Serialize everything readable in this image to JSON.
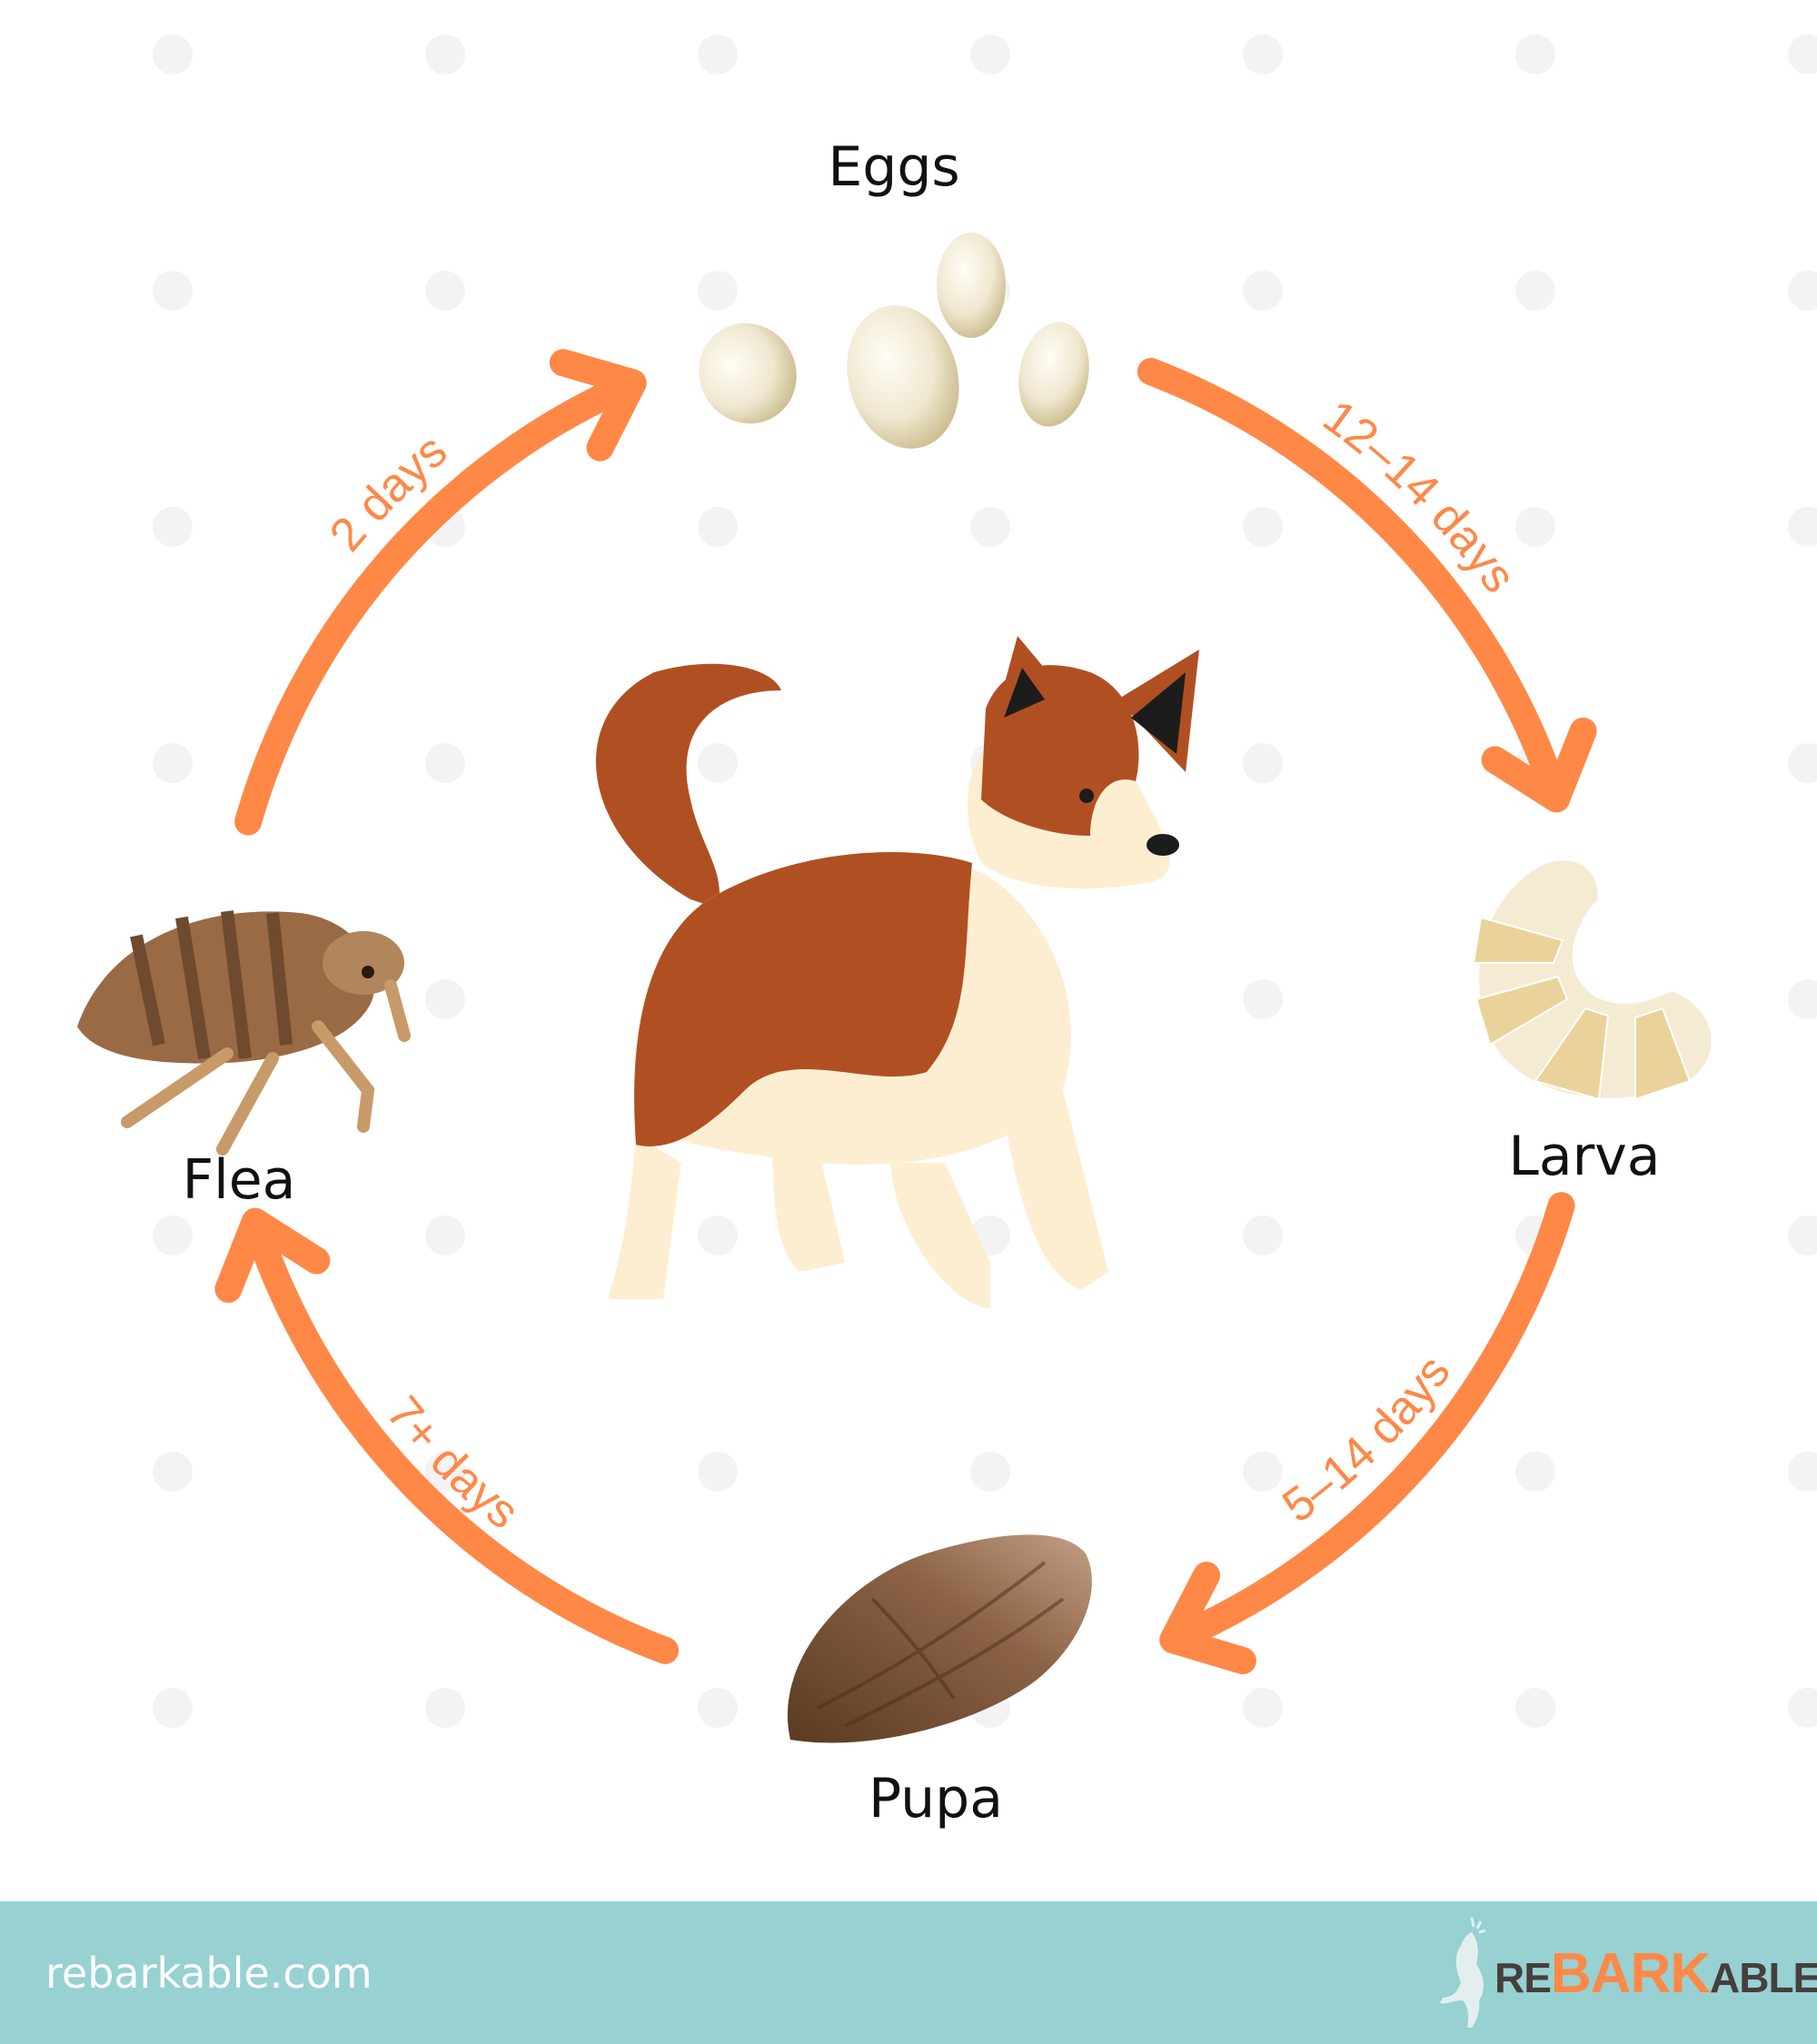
{
  "stages": {
    "eggs": "Eggs",
    "larva": "Larva",
    "pupa": "Pupa",
    "flea": "Flea"
  },
  "durations": {
    "flea_to_eggs": "2 days",
    "eggs_to_larva": "12–14 days",
    "larva_to_pupa": "5–14 days",
    "pupa_to_flea": "7+ days"
  },
  "footer": {
    "website": "rebarkable.com",
    "logo": {
      "re": "RE",
      "bark": "BARK",
      "able": "ABLE"
    }
  },
  "colors": {
    "arrow": "#ff8847",
    "footer_bg": "#97d1d2",
    "logo_dark": "#463f3c",
    "dog_red": "#b05022",
    "dog_cream": "#fdeed2"
  }
}
